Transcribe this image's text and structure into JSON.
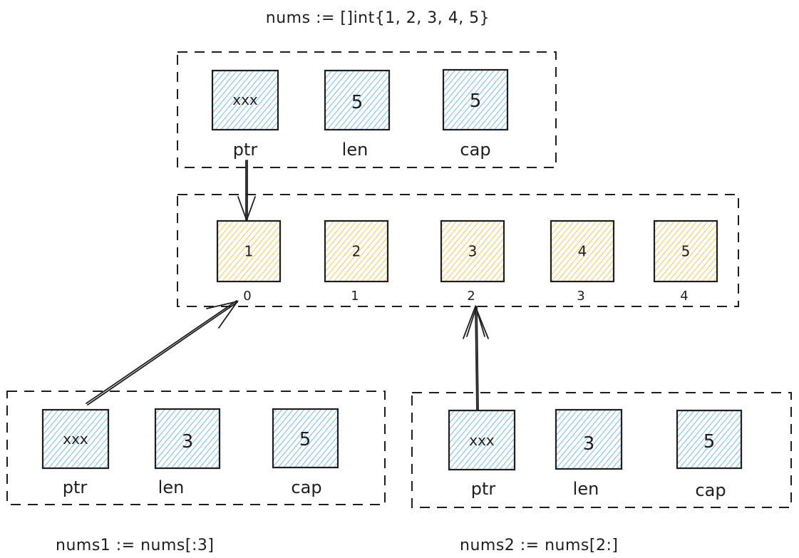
{
  "title": "nums := []int{1, 2, 3, 4, 5}",
  "colors": {
    "header_fill": "#4dabf7",
    "array_fill": "#fab005",
    "stroke": "#1e1e1e",
    "background": "#ffffff"
  },
  "nums_header": {
    "cells": [
      {
        "value": "xxx",
        "label": "ptr"
      },
      {
        "value": "5",
        "label": "len"
      },
      {
        "value": "5",
        "label": "cap"
      }
    ]
  },
  "backing_array": {
    "elements": [
      {
        "value": "1",
        "index": "0"
      },
      {
        "value": "2",
        "index": "1"
      },
      {
        "value": "3",
        "index": "2"
      },
      {
        "value": "4",
        "index": "3"
      },
      {
        "value": "5",
        "index": "4"
      }
    ]
  },
  "nums1_header": {
    "caption": "nums1 := nums[:3]",
    "cells": [
      {
        "value": "xxx",
        "label": "ptr"
      },
      {
        "value": "3",
        "label": "len"
      },
      {
        "value": "5",
        "label": "cap"
      }
    ],
    "points_to_index": 0
  },
  "nums2_header": {
    "caption": "nums2 := nums[2:]",
    "cells": [
      {
        "value": "xxx",
        "label": "ptr"
      },
      {
        "value": "3",
        "label": "len"
      },
      {
        "value": "5",
        "label": "cap"
      }
    ],
    "points_to_index": 2
  }
}
